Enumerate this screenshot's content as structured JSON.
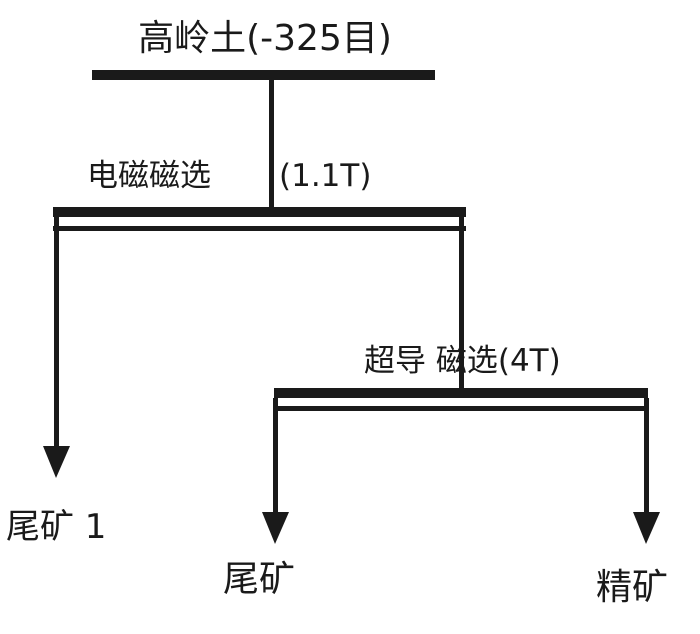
{
  "feed": {
    "label": "高岭土(-325目)"
  },
  "stage1": {
    "label": "电磁磁选",
    "field": "(1.1T)"
  },
  "stage2": {
    "label": "超导 磁选(4T)"
  },
  "products": {
    "tailings1": "尾矿 1",
    "tailings2": "尾矿",
    "concentrate": "精矿"
  },
  "colors": {
    "ink": "#1a1a1a",
    "background": "#ffffff"
  }
}
